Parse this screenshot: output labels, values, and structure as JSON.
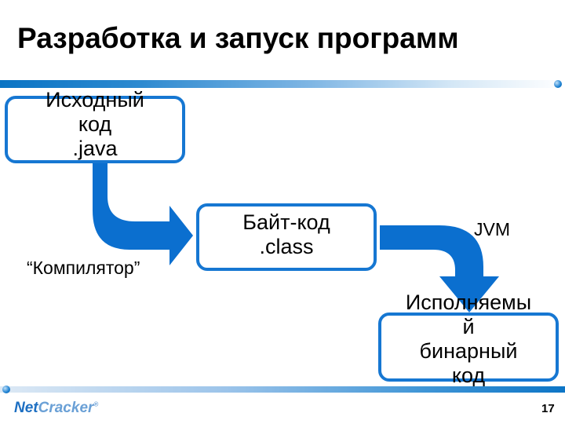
{
  "slide": {
    "title": "Разработка и запуск программ",
    "page_number": "17"
  },
  "diagram": {
    "source_box": {
      "line1": "Исходный",
      "line2": "код",
      "line3": ".java"
    },
    "bytecode_box": {
      "line1": "Байт-код",
      "line2": ".class"
    },
    "binary_box": {
      "line1": "Исполняемы",
      "line2": "й",
      "line3": "бинарный",
      "line4": "код"
    },
    "compiler_label": "“Компилятор”",
    "jvm_label": "JVM"
  },
  "footer": {
    "logo_net": "Net",
    "logo_cracker": "Cracker",
    "logo_mark": "®"
  },
  "colors": {
    "accent_blue": "#1677d2",
    "arrow_blue": "#0b6fcf"
  }
}
